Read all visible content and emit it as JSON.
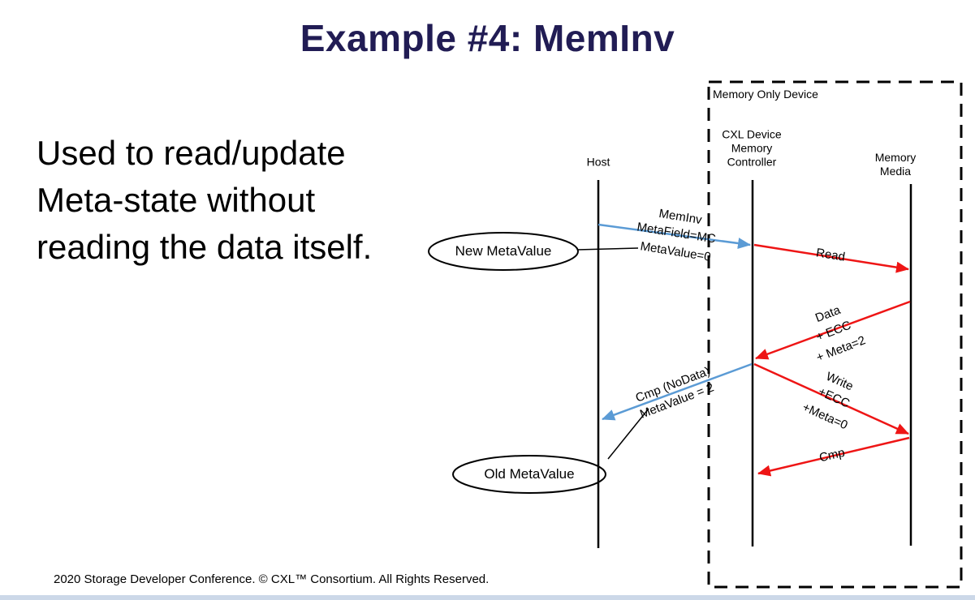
{
  "title": "Example #4: MemInv",
  "description": "Used to read/update Meta-state without reading the data itself.",
  "footer": "2020 Storage Developer Conference. © CXL™ Consortium.  All Rights Reserved.",
  "colors": {
    "title_color": "#211c54",
    "arrow_blue": "#5b9bd5",
    "arrow_red": "#ee1515",
    "bottom_bar": "#ccd8e8"
  },
  "diagram": {
    "container_label": "Memory Only Device",
    "lifelines": {
      "host": "Host",
      "controller": "CXL Device\nMemory\nController",
      "media": "Memory\nMedia"
    },
    "callouts": {
      "new_meta": "New MetaValue",
      "old_meta": "Old MetaValue"
    },
    "messages": {
      "meminv": [
        "MemInv",
        "MetaField=MC",
        "MetaValue=0"
      ],
      "read": [
        "Read"
      ],
      "data_return": [
        "Data",
        "+ ECC",
        "+ Meta=2"
      ],
      "cmp_nodata": [
        "Cmp (NoData)",
        "MetaValue = 2"
      ],
      "write": [
        "Write",
        "+ECC",
        "+Meta=0"
      ],
      "cmp": [
        "Cmp"
      ]
    }
  }
}
